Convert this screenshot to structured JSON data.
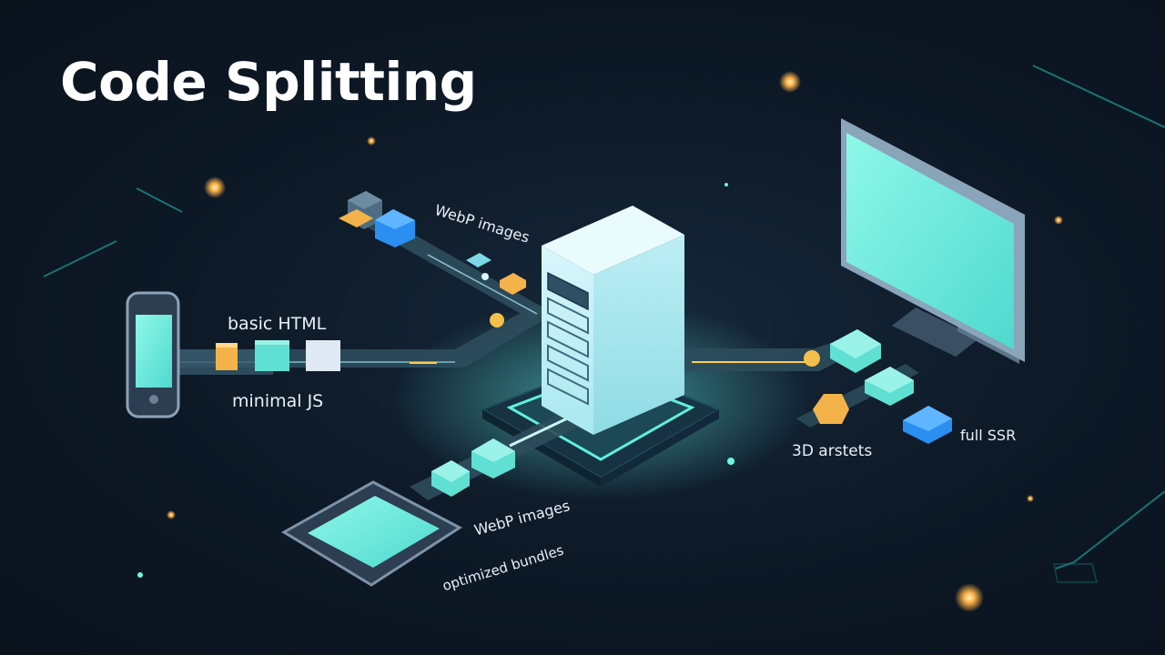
{
  "title": "Code Splitting",
  "labels": {
    "mobile_top": "basic HTML",
    "mobile_bottom": "minimal JS",
    "top_route": "WebP images",
    "tablet_route_1": "WebP images",
    "tablet_route_2": "optimized bundles",
    "desktop_left": "3D arstets",
    "desktop_right": "full SSR"
  },
  "colors": {
    "accent": "#6ff5e6",
    "screen": "#7ef5e3",
    "orange": "#ffb347",
    "background": "#0e1a28"
  },
  "icons": [
    "phone-icon",
    "tablet-icon",
    "monitor-icon",
    "server-icon"
  ]
}
